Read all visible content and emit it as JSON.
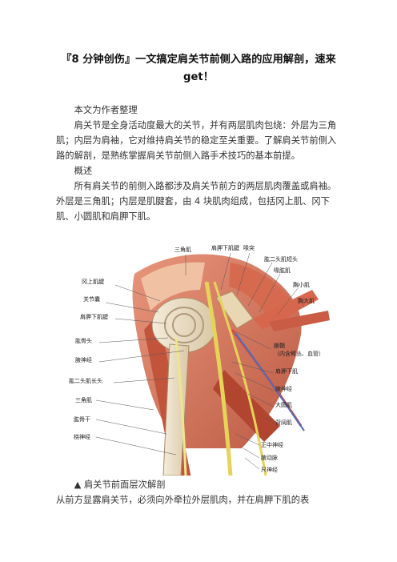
{
  "title": "『8 分钟创伤』一文搞定肩关节前侧入路的应用解剖，速来get！",
  "intro": "本文为作者整理",
  "para1": "肩关节是全身活动度最大的关节，并有两层肌肉包绕：外层为三角肌；内层为肩袖，它对维持肩关节的稳定至关重要。了解肩关节前侧入路的解剖，是熟练掌握肩关节前侧入路手术技巧的基本前提。",
  "section_overview": "概述",
  "para2": "所有肩关节的前侧入路都涉及肩关节前方的两层肌肉覆盖或肩袖。外层是三角肌；内层是肌腱套，由 4 块肌肉组成，包括冈上肌、冈下肌、小圆肌和肩胛下肌。",
  "figure": {
    "labels": {
      "sanjiaoji_top": "三角肌",
      "jianjiaxiajijian": "肩胛下肌腱",
      "huitu": "喙突",
      "gongertoujiduantou": "肱二头肌短头",
      "huigongji": "喙肱肌",
      "xiongxiaoji": "胸小肌",
      "xiongdaji": "胸大肌",
      "gangshangjijian": "冈上肌腱",
      "guanjienang": "关节囊",
      "jianjiaxiajijian_left": "肩胛下肌腱",
      "gonggutou": "肱骨头",
      "zhishenjing": "腋神经",
      "gongertoujichangtou": "肱二头肌长头",
      "sanjiaoji_left": "三角肌",
      "gonggugan": "肱骨干",
      "naoshenjing": "桡神经",
      "yeqiao": "腋鞘",
      "yeqiao_note": "（内含臂丛、血管）",
      "jianjiaxiaji": "肩胛下肌",
      "yeshenjing": "腋神经",
      "dayuanji": "大圆肌",
      "beikuoji": "背阔肌",
      "zhengzhongshenjing": "正中神经",
      "yedongmai": "腋动脉",
      "chishenjing": "尺神经"
    }
  },
  "caption": "▲ 肩关节前面层次解剖",
  "para3": "从前方显露肩关节，必须向外牵拉外层肌肉，并在肩胛下肌的表"
}
